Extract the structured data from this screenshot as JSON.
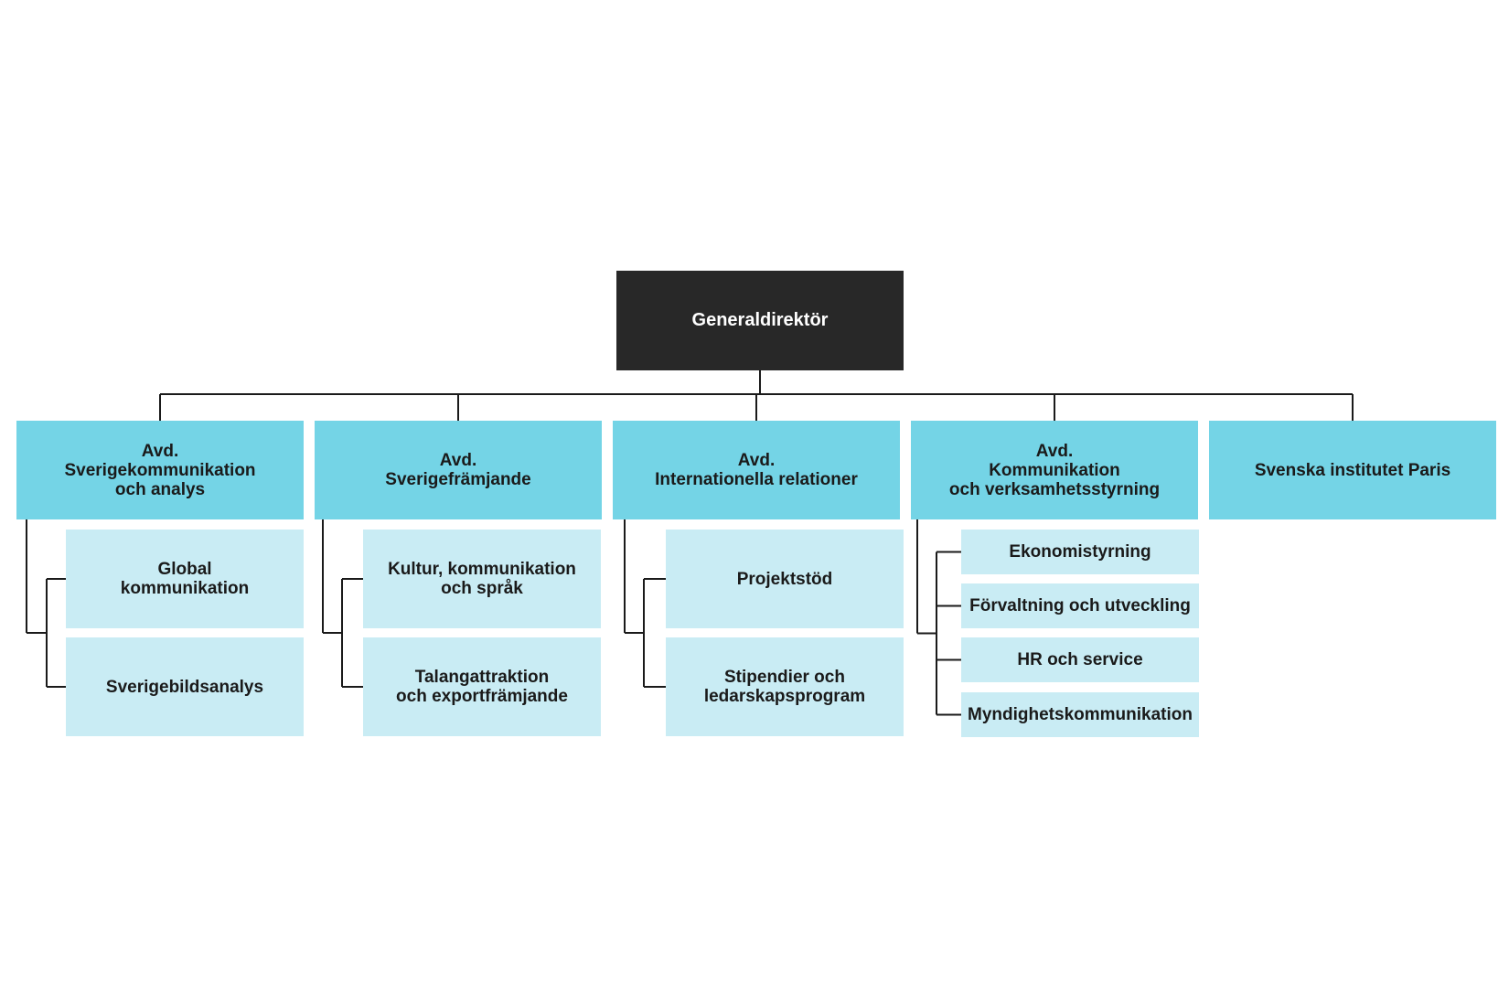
{
  "root": {
    "label": "Generaldirektör"
  },
  "departments": [
    {
      "label": "Avd.\nSverigekommunikation\noch analys",
      "units": [
        "Global\nkommunikation",
        "Sverigebildsanalys"
      ]
    },
    {
      "label": "Avd.\nSverigefrämjande",
      "units": [
        "Kultur, kommunikation\noch språk",
        "Talangattraktion\noch exportfrämjande"
      ]
    },
    {
      "label": "Avd.\nInternationella relationer",
      "units": [
        "Projektstöd",
        "Stipendier och\nledarskapsprogram"
      ]
    },
    {
      "label": "Avd.\nKommunikation\noch verksamhetsstyrning",
      "units": [
        "Ekonomistyrning",
        "Förvaltning och utveckling",
        "HR och service",
        "Myndighetskommunikation"
      ]
    },
    {
      "label": "Svenska institutet Paris",
      "units": []
    }
  ],
  "colors": {
    "root": "#282828",
    "department": "#74d4e6",
    "unit": "#c9ecf4",
    "line": "#1a1a1a"
  }
}
